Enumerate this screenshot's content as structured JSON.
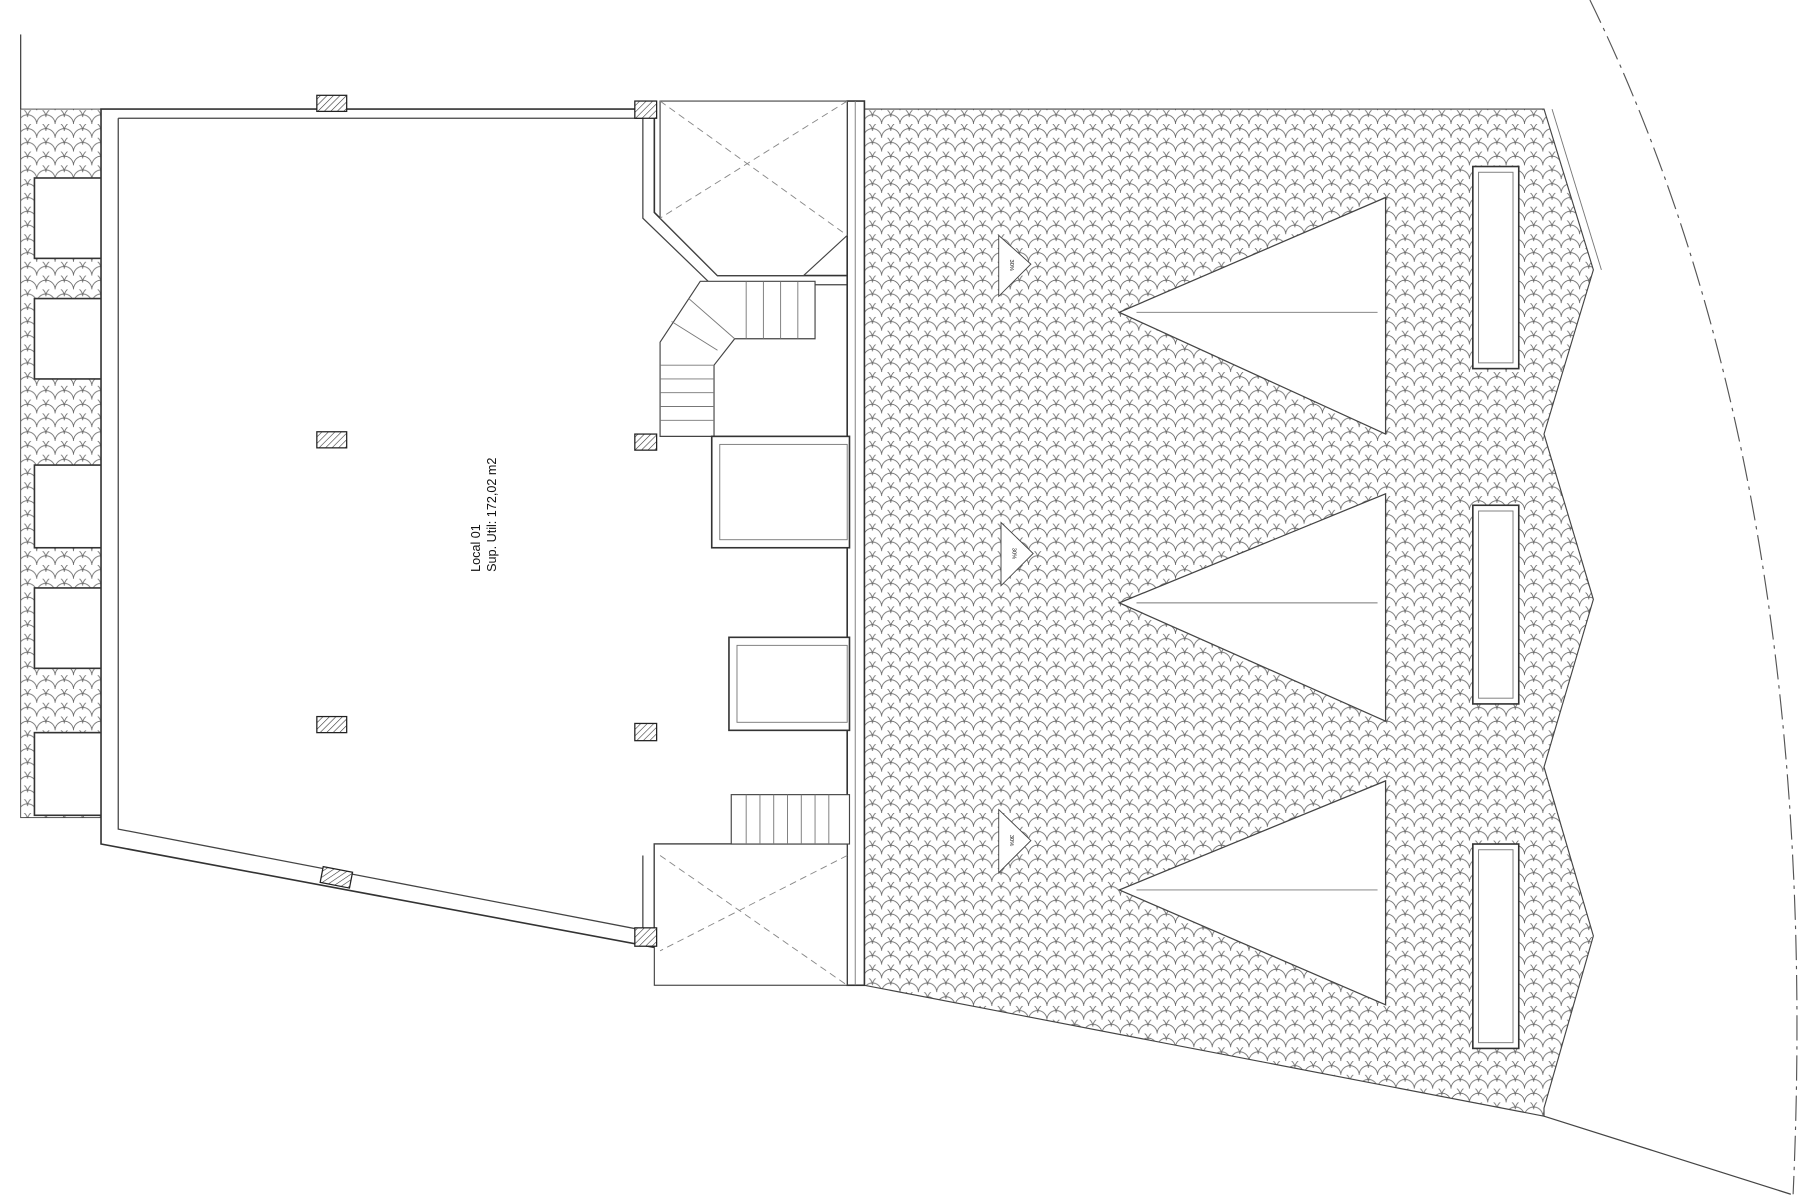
{
  "room": {
    "name": "Local 01",
    "area": "Sup. Util: 172,02 m2"
  },
  "roof_slopes": [
    "30%",
    "30%",
    "30%"
  ],
  "colors": {
    "line": "#333333",
    "background": "#ffffff"
  }
}
